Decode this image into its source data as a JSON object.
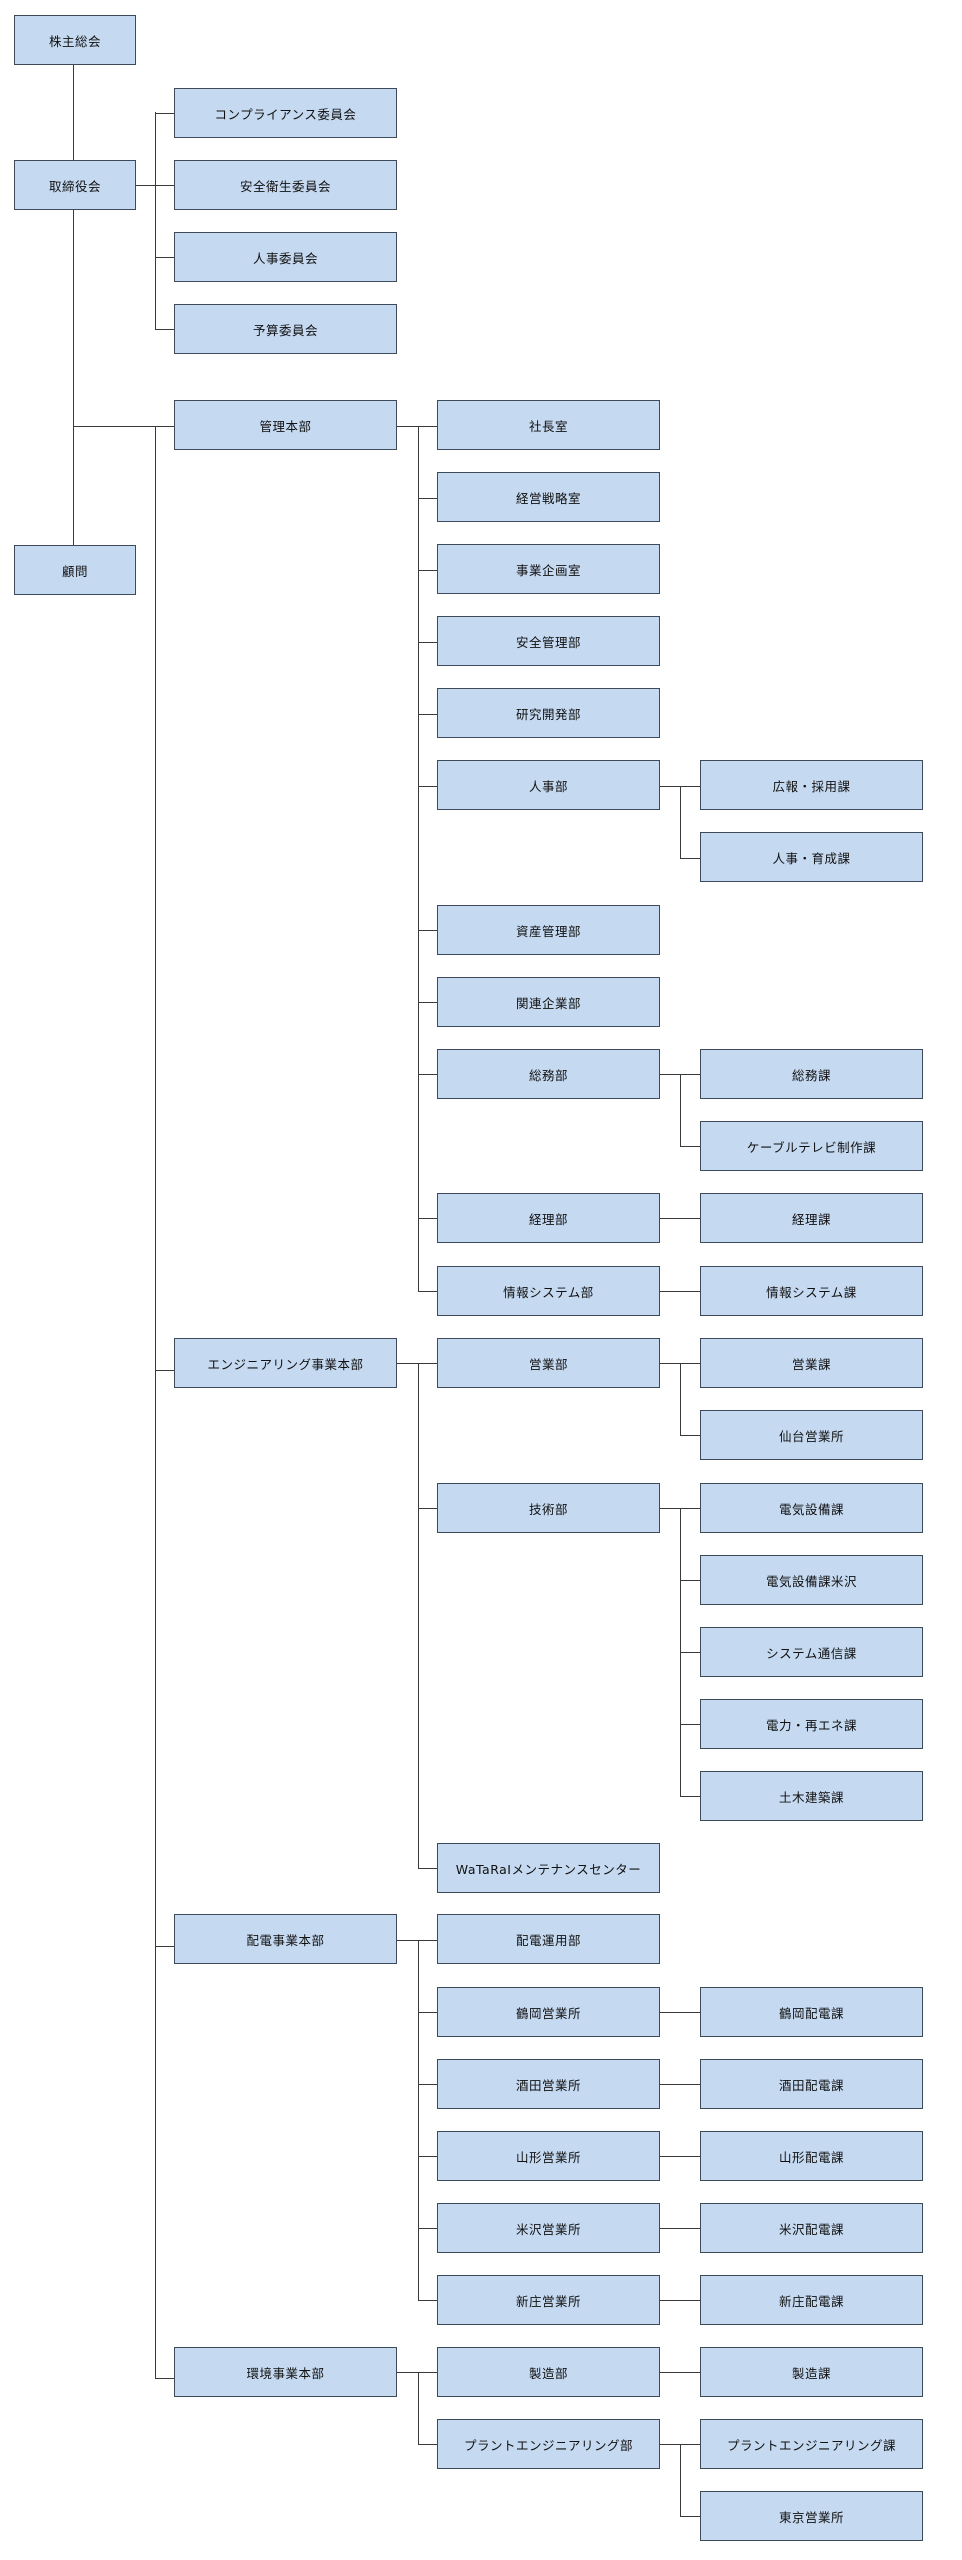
{
  "org": {
    "shareholders": "株主総会",
    "board": "取締役会",
    "advisor": "顧問",
    "committees": [
      "コンプライアンス委員会",
      "安全衛生委員会",
      "人事委員会",
      "予算委員会"
    ],
    "kanri": {
      "name": "管理本部",
      "shacho": "社長室",
      "keiei": "経営戦略室",
      "jigyo_kikaku": "事業企画室",
      "anzen": "安全管理部",
      "kenkyu": "研究開発部",
      "jinji": {
        "name": "人事部",
        "units": [
          "広報・採用課",
          "人事・育成課"
        ]
      },
      "shisan": "資産管理部",
      "kanren": "関連企業部",
      "somu": {
        "name": "総務部",
        "units": [
          "総務課",
          "ケーブルテレビ制作課"
        ]
      },
      "keiri": {
        "name": "経理部",
        "units": [
          "経理課"
        ]
      },
      "joho": {
        "name": "情報システム部",
        "units": [
          "情報システム課"
        ]
      }
    },
    "eng": {
      "name": "エンジニアリング事業本部",
      "eigyo": {
        "name": "営業部",
        "units": [
          "営業課",
          "仙台営業所"
        ]
      },
      "gijutsu": {
        "name": "技術部",
        "units": [
          "電気設備課",
          "電気設備課米沢",
          "システム通信課",
          "電力・再エネ課",
          "土木建築課"
        ]
      },
      "maint": "WaTaRaIメンテナンスセンター"
    },
    "haiden": {
      "name": "配電事業本部",
      "unyo": "配電運用部",
      "offices": [
        {
          "name": "鶴岡営業所",
          "unit": "鶴岡配電課"
        },
        {
          "name": "酒田営業所",
          "unit": "酒田配電課"
        },
        {
          "name": "山形営業所",
          "unit": "山形配電課"
        },
        {
          "name": "米沢営業所",
          "unit": "米沢配電課"
        },
        {
          "name": "新庄営業所",
          "unit": "新庄配電課"
        }
      ]
    },
    "kankyo": {
      "name": "環境事業本部",
      "seizo": {
        "name": "製造部",
        "units": [
          "製造課"
        ]
      },
      "plant": {
        "name": "プラントエンジニアリング部",
        "units": [
          "プラントエンジニアリング課",
          "東京営業所"
        ]
      }
    }
  }
}
